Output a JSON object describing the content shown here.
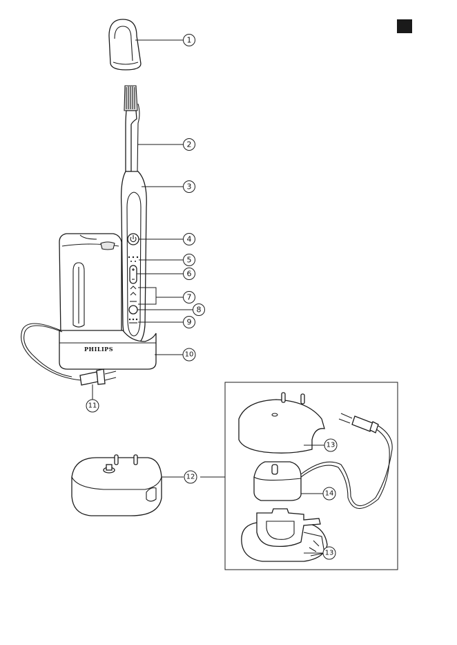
{
  "callouts": [
    {
      "id": "c1",
      "label": "1"
    },
    {
      "id": "c2",
      "label": "2"
    },
    {
      "id": "c3",
      "label": "3"
    },
    {
      "id": "c4",
      "label": "4"
    },
    {
      "id": "c5",
      "label": "5"
    },
    {
      "id": "c6",
      "label": "6"
    },
    {
      "id": "c7",
      "label": "7"
    },
    {
      "id": "c8",
      "label": "8"
    },
    {
      "id": "c9",
      "label": "9"
    },
    {
      "id": "c10",
      "label": "10"
    },
    {
      "id": "c11",
      "label": "11"
    },
    {
      "id": "c12",
      "label": "12"
    },
    {
      "id": "c13a",
      "label": "13"
    },
    {
      "id": "c14",
      "label": "14"
    },
    {
      "id": "c13b",
      "label": "13"
    }
  ],
  "brand_text": "PHILIPS",
  "colors": {
    "line": "#1a1a1a",
    "marker": "#1a1a1a",
    "background": "#ffffff"
  }
}
